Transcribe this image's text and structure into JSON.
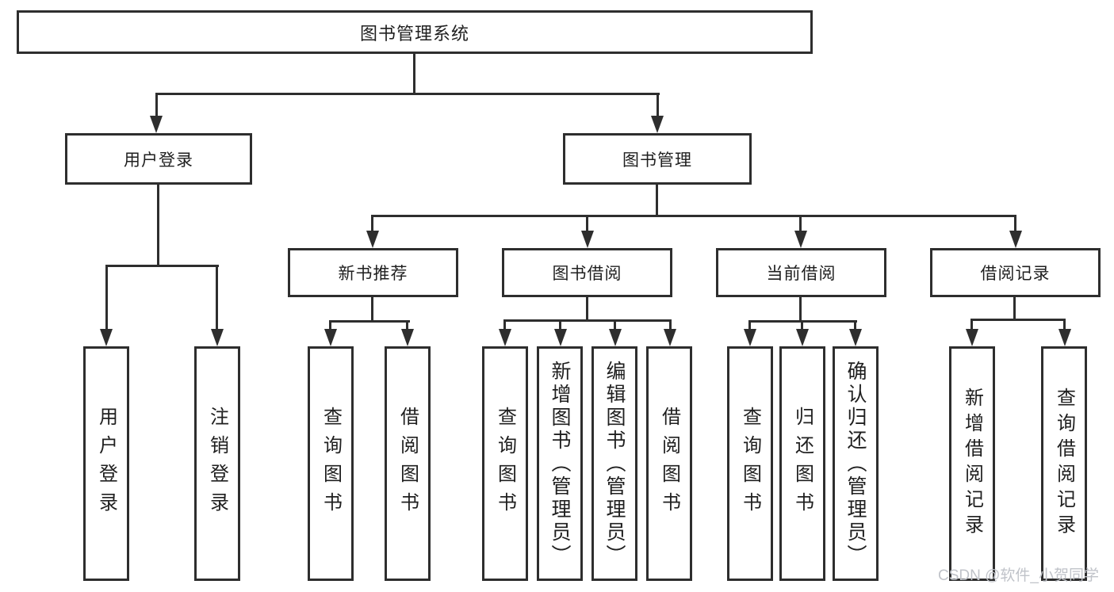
{
  "diagram": {
    "title": "图书管理系统",
    "root": {
      "label": "图书管理系统"
    },
    "branches": {
      "user": {
        "label": "用户登录",
        "children": [
          "用户登录",
          "注销登录"
        ]
      },
      "mgmt": {
        "label": "图书管理"
      },
      "new_books": {
        "label": "新书推荐",
        "children": [
          "查询图书",
          "借阅图书"
        ]
      },
      "book_borrow": {
        "label": "图书借阅",
        "children": [
          "查询图书",
          "新增图书（管理员）",
          "编辑图书（管理员）",
          "借阅图书"
        ]
      },
      "current_borrow": {
        "label": "当前借阅",
        "children": [
          "查询图书",
          "归还图书",
          "确认归还（管理员）"
        ]
      },
      "borrow_records": {
        "label": "借阅记录",
        "children": [
          "新增借阅记录",
          "查询借阅记录"
        ]
      }
    },
    "colors": {
      "line": "#2e2e2e",
      "box_border": "#2e2e2e",
      "text": "#1f1f1f",
      "background": "#ffffff",
      "watermark": "#c0c3c9"
    },
    "watermark": "CSDN @软件_小贺同学"
  }
}
